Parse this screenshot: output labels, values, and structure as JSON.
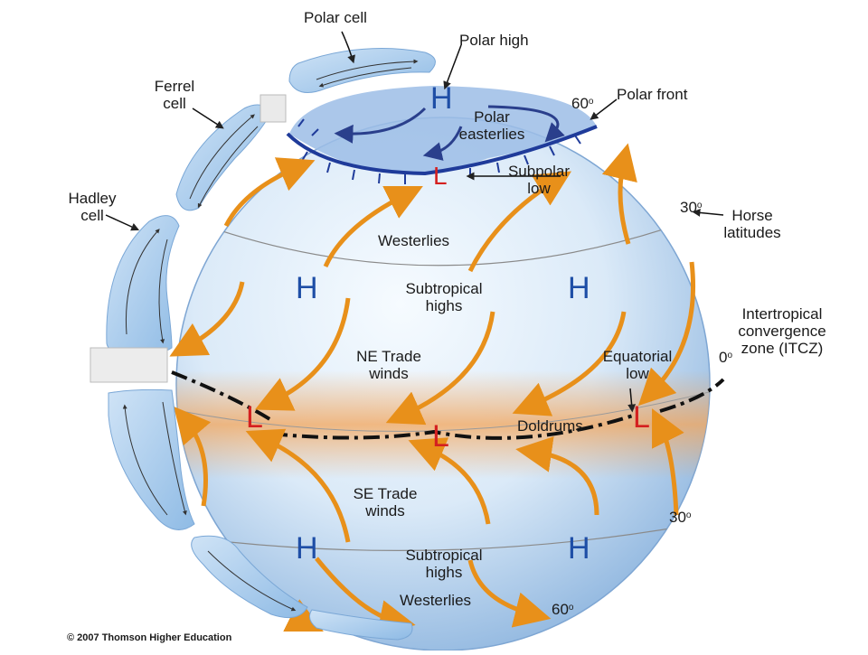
{
  "labels": {
    "polar_cell": "Polar cell",
    "polar_high": "Polar high",
    "ferrel_cell": "Ferrel cell",
    "hadley_cell": "Hadley cell",
    "polar_front": "Polar front",
    "polar_easterlies": "Polar easterlies",
    "subpolar_low": "Subpolar low",
    "westerlies_north": "Westerlies",
    "westerlies_south": "Westerlies",
    "horse_latitudes": "Horse latitudes",
    "subtropical_highs_north": "Subtropical highs",
    "subtropical_highs_south": "Subtropical highs",
    "ne_trade_winds": "NE Trade winds",
    "se_trade_winds": "SE Trade winds",
    "equatorial_low": "Equatorial low",
    "itcz": "Intertropical convergence zone (ITCZ)",
    "doldrums": "Doldrums"
  },
  "latitudes": {
    "north60": "60",
    "north30": "30",
    "equator": "0",
    "south30": "30",
    "south60": "60",
    "degree": "o"
  },
  "pressure": {
    "high": "H",
    "low": "L"
  },
  "copyright": "© 2007 Thomson Higher Education",
  "colors": {
    "high": "#1e4ea6",
    "low": "#d42020",
    "arrow": "#e8901a",
    "cell": "#a9cdec",
    "front": "#1f3b9a"
  }
}
